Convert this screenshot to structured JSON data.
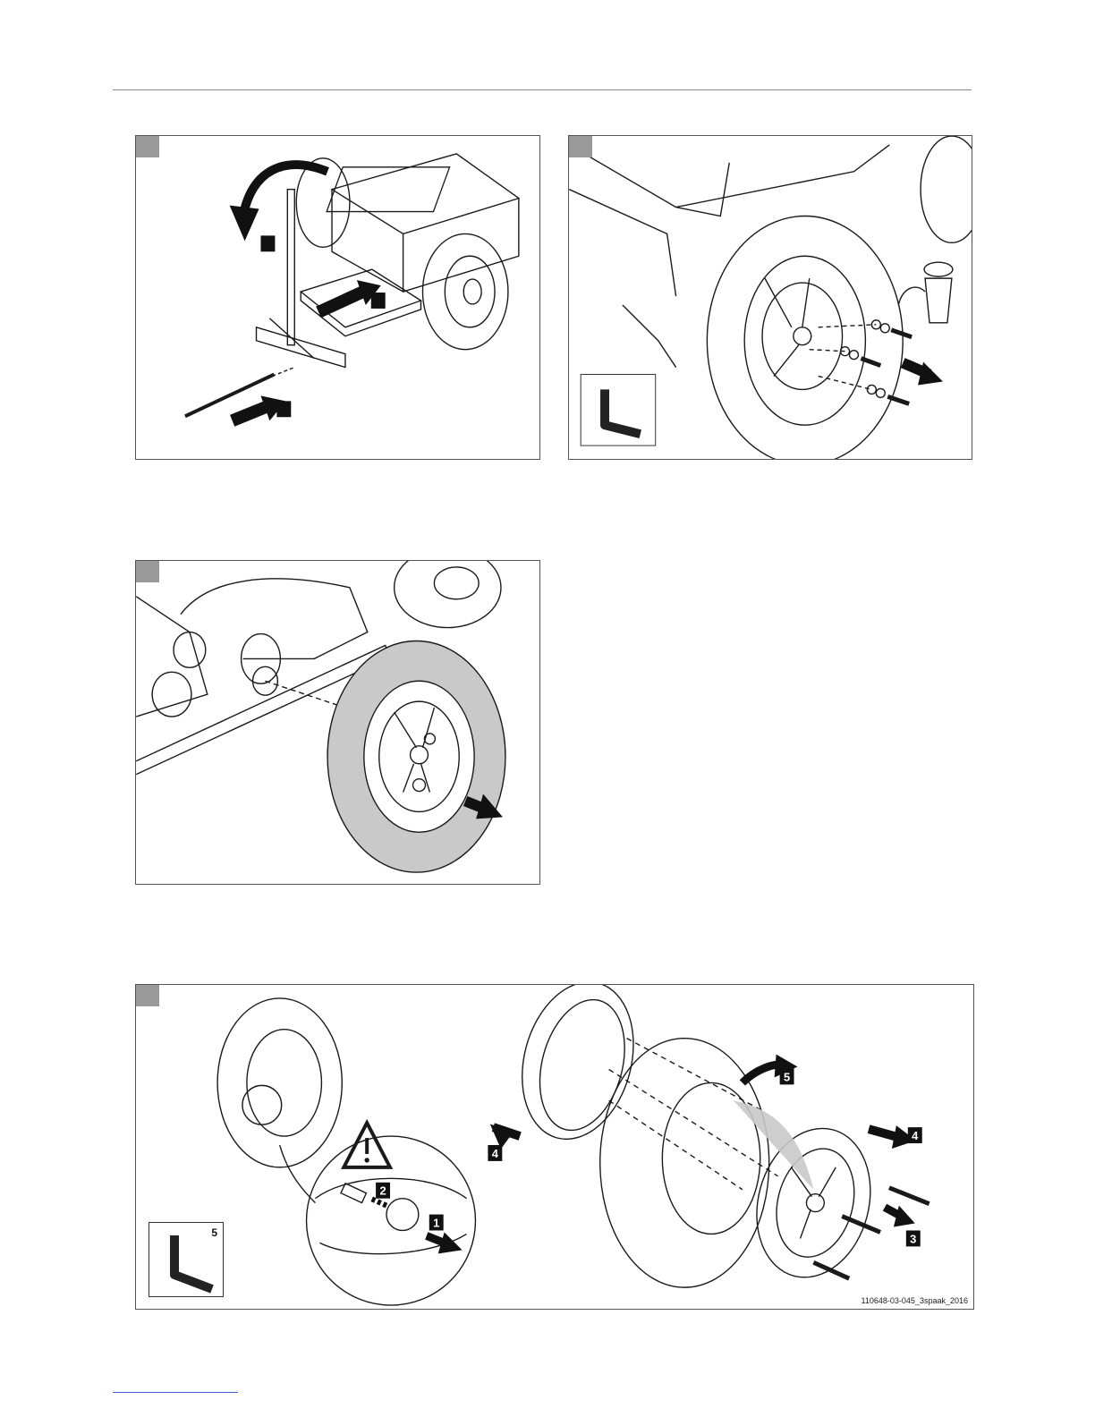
{
  "panel_fig4": {
    "caption": "110648-03-045_3spaak_2016",
    "step_labels": [
      "1",
      "2",
      "3",
      "4",
      "4",
      "5"
    ],
    "tool_size": "5"
  },
  "colors": {
    "panel_tab": "#9a9a9a",
    "highlight_fill": "#c9c9c9",
    "line": "#1a1a1a"
  }
}
